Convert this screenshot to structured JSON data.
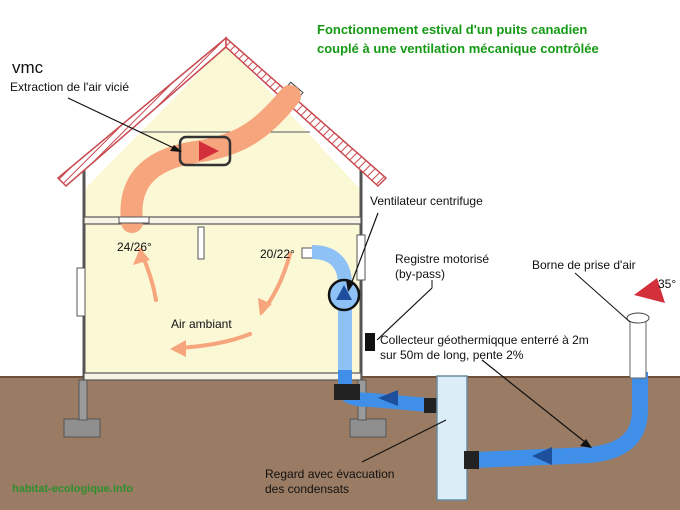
{
  "title": {
    "line1": "Fonctionnement estival d'un puits canadien",
    "line2": "couplé à une ventilation mécanique contrôlée"
  },
  "labels": {
    "vmc": "vmc",
    "extraction": "Extraction de l'air vicié",
    "temp_upper": "24/26°",
    "temp_lower": "20/22°",
    "air_ambiant": "Air ambiant",
    "ventilateur": "Ventilateur centrifuge",
    "registre_1": "Registre motorisé",
    "registre_2": "(by-pass)",
    "borne": "Borne de prise d'air",
    "temp_outside": "35°",
    "collecteur_1": "Collecteur géothermiqque enterré à 2m",
    "collecteur_2": "sur 50m de long, pente 2%",
    "regard_1": "Regard avec évacuation",
    "regard_2": "des condensats"
  },
  "watermark": "habitat-ecologique.info",
  "colors": {
    "ground": "#9a7b63",
    "ground_line": "#6e5138",
    "house_fill": "#fbf8d6",
    "roof": "#c84a50",
    "stale_air": "#f7a57c",
    "cool_air": "#3f8fe9",
    "light_duct": "#8ec2f7",
    "arrow_red": "#d4303c",
    "arrow_dark_blue": "#1e4f9c",
    "title_green": "#169a16"
  }
}
